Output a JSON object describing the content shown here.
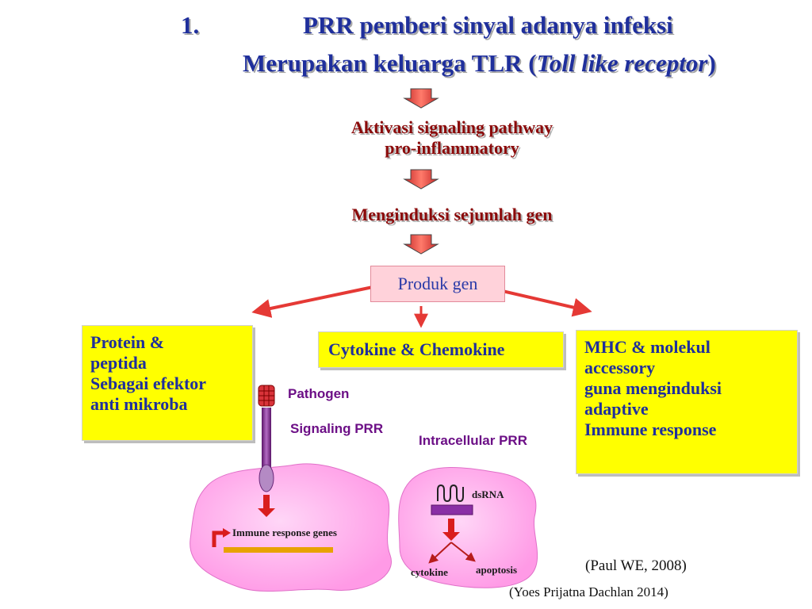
{
  "title": {
    "number": "1.",
    "line1": "PRR pemberi sinyal adanya infeksi",
    "line2_prefix": "Merupakan keluarga TLR (",
    "line2_italic": "Toll like receptor",
    "line2_suffix": ")"
  },
  "steps": {
    "activation_line1": "Aktivasi signaling pathway",
    "activation_line2": "pro-inflammatory",
    "induction": "Menginduksi sejumlah gen"
  },
  "product_box": "Produk gen",
  "outcomes": {
    "left_lines": [
      "Protein &",
      "peptida",
      "Sebagai efektor",
      "anti mikroba"
    ],
    "middle": "Cytokine & Chemokine",
    "right_lines": [
      "MHC & molekul",
      "accessory",
      "guna menginduksi",
      "adaptive",
      "Immune response"
    ]
  },
  "illustration": {
    "pathogen": "Pathogen",
    "signaling_prr": "Signaling PRR",
    "intracellular_prr": "Intracellular PRR",
    "immune_response_genes": "Immune response genes",
    "dsrna": "dsRNA",
    "cytokine": "cytokine",
    "apoptosis": "apoptosis"
  },
  "citations": {
    "paul": "(Paul WE, 2008)",
    "yoes": "(Yoes Prijatna Dachlan 2014)"
  },
  "colors": {
    "title": "#1f2f9c",
    "step_text": "#8b0a0a",
    "highlight_box": "#ffff00",
    "product_box": "#ffd2da",
    "arrow_red": "#e53935",
    "cell": "#ffb3f0",
    "receptor": "#7a2a8a"
  }
}
